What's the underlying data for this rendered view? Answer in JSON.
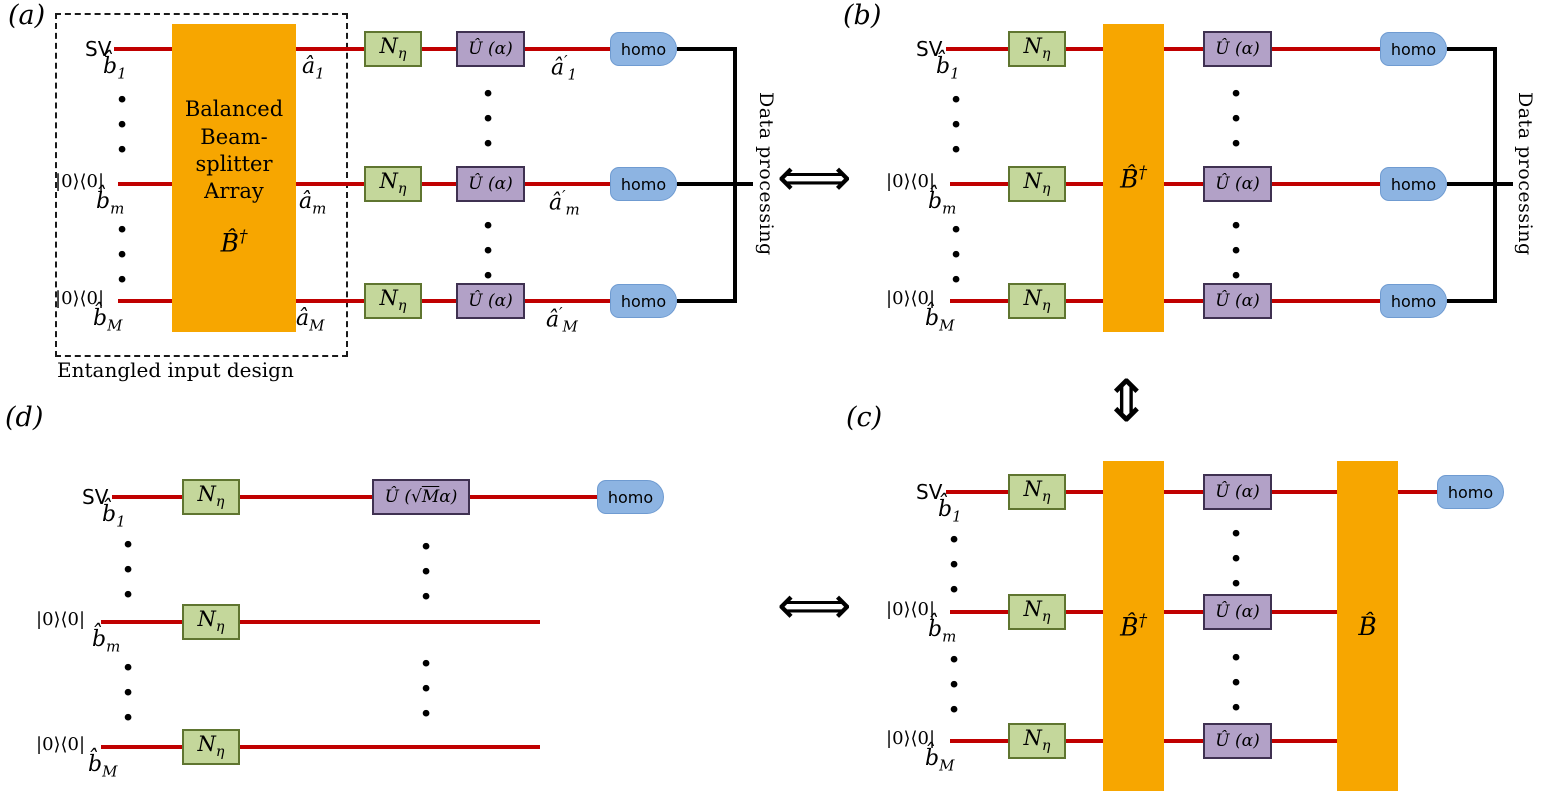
{
  "colors": {
    "red": "#c00000",
    "orange": "#f7a600",
    "gfill": "#c4d79b",
    "gborder": "#5f7530",
    "pfill": "#b2a1c7",
    "pborder": "#3f3151",
    "bfill": "#8db4e2",
    "bborder": "#6f9bd1"
  },
  "shared": {
    "sv": "SV",
    "ket": "|0⟩⟨0|",
    "homo": "homo",
    "noise_base": "N",
    "noise_sub": "η",
    "unitary": "Û (α)",
    "b_base": "B̂",
    "dagger": "†",
    "data_processing": "Data processing",
    "dots": "•\n•\n•",
    "arrow_h": "⟺",
    "arrow_v": "⇕",
    "modes": {
      "b1": {
        "base": "b̂",
        "sub": "1"
      },
      "bm": {
        "base": "b̂",
        "sub": "m"
      },
      "bM": {
        "base": "b̂",
        "sub": "M"
      }
    }
  },
  "panel_a": {
    "label": "(a)",
    "caption": "Entangled input design",
    "bs_lines": [
      "Balanced",
      "Beam-",
      "splitter",
      "Array"
    ],
    "modes": {
      "a1": {
        "base": "â",
        "sub": "1"
      },
      "am": {
        "base": "â",
        "sub": "m"
      },
      "aM": {
        "base": "â",
        "sub": "M"
      },
      "a1p": {
        "base": "â",
        "prime": "′",
        "sub": "1"
      },
      "amp": {
        "base": "â",
        "prime": "′",
        "sub": "m"
      },
      "aMp": {
        "base": "â",
        "prime": "′",
        "sub": "M"
      }
    }
  },
  "panel_b": {
    "label": "(b)"
  },
  "panel_c": {
    "label": "(c)"
  },
  "panel_d": {
    "label": "(d)",
    "unitary_pre": "Û (√",
    "unitary_rad": "M",
    "unitary_post": "α)"
  }
}
